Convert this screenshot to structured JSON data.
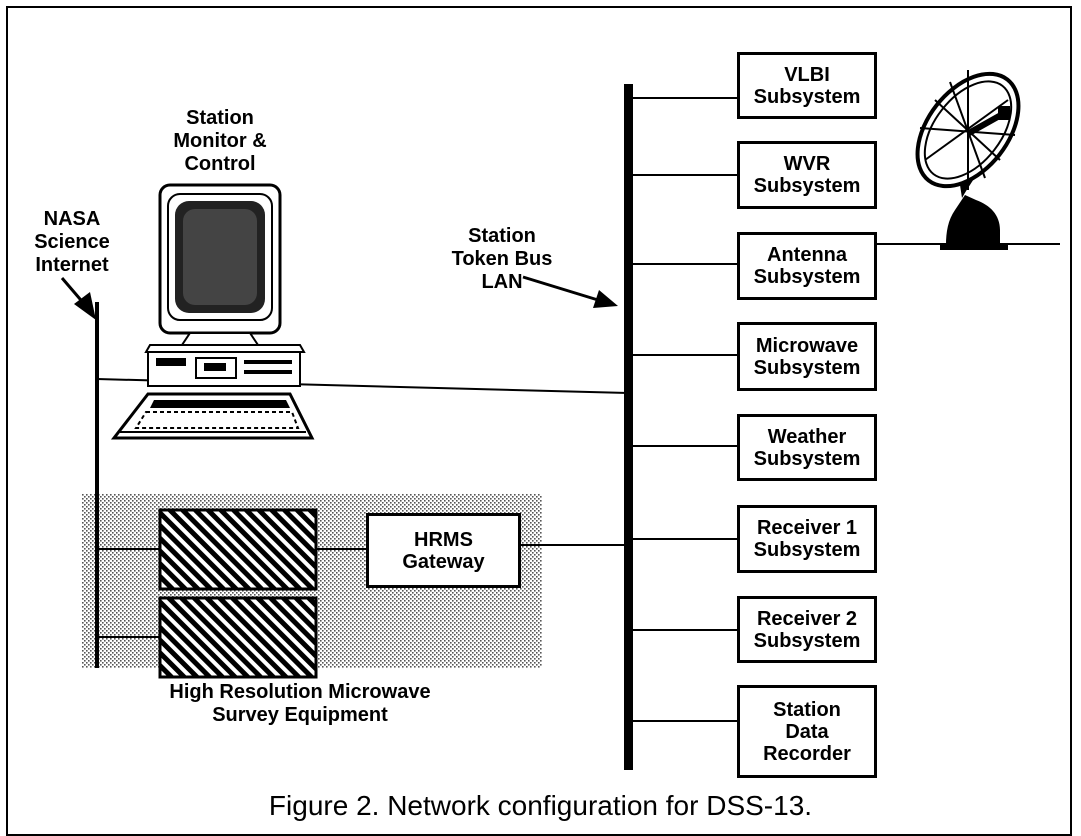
{
  "labels": {
    "nasa_science_internet": "NASA\nScience\nInternet",
    "station_monitor_control": "Station\nMonitor &\nControl",
    "station_token_bus_lan": "Station\nToken Bus\nLAN",
    "hrms_equipment": "High Resolution Microwave\nSurvey Equipment"
  },
  "hrms_gateway": "HRMS\nGateway",
  "subsystems": [
    "VLBI\nSubsystem",
    "WVR\nSubsystem",
    "Antenna\nSubsystem",
    "Microwave\nSubsystem",
    "Weather\nSubsystem",
    "Receiver 1\nSubsystem",
    "Receiver 2\nSubsystem",
    "Station\nData\nRecorder"
  ],
  "caption": "Figure 2.  Network configuration for DSS-13."
}
